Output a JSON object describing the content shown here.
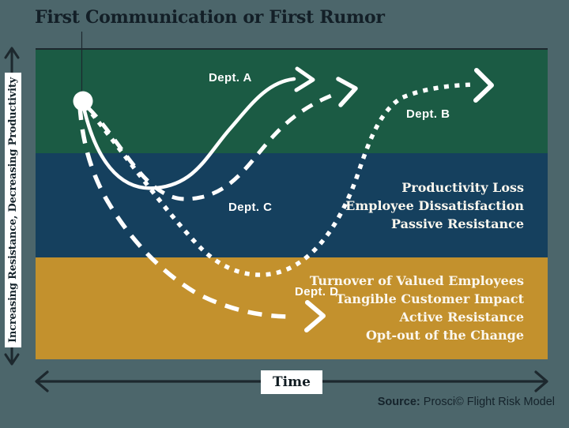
{
  "title": "First Communication or First Rumor",
  "axes": {
    "y_label": "Increasing Resistance, Decreasing Productivity",
    "x_label": "Time"
  },
  "departments": {
    "a": "Dept. A",
    "b": "Dept. B",
    "c": "Dept. C",
    "d": "Dept. D"
  },
  "zones": {
    "middle": [
      "Productivity Loss",
      "Employee Dissatisfaction",
      "Passive Resistance"
    ],
    "bottom": [
      "Turnover of Valued Employees",
      "Tangible Customer Impact",
      "Active Resistance",
      "Opt-out of the Change"
    ]
  },
  "source": {
    "prefix": "Source:",
    "text": " Prosci© Flight Risk Model"
  },
  "colors": {
    "background": "#4c666b",
    "zone_top_green": "#1b5b44",
    "zone_middle_navy": "#15405e",
    "zone_bottom_gold": "#c3912d",
    "curves": "#ffffff",
    "dark_text": "#131f27"
  }
}
